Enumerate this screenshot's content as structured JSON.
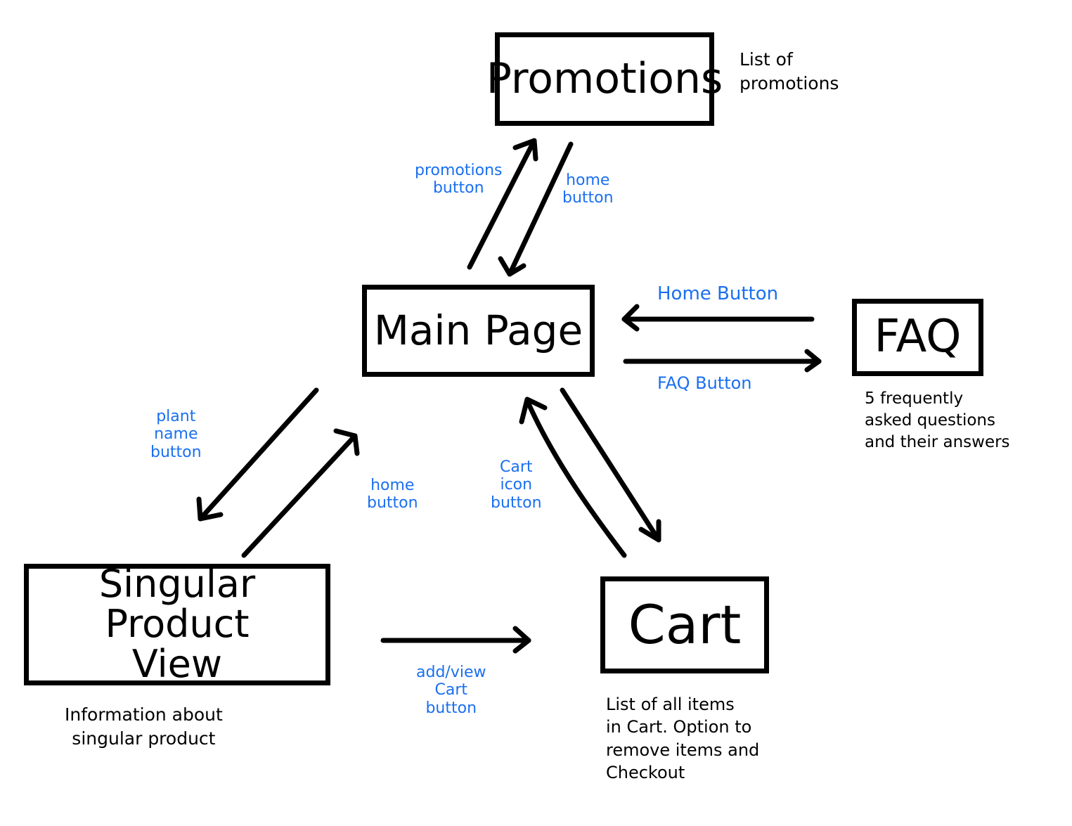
{
  "nodes": {
    "promotions": "Promotions",
    "main_page": "Main Page",
    "faq": "FAQ",
    "singular_product_view": "Singular Product\nView",
    "cart": "Cart"
  },
  "notes": {
    "promotions": "List of\npromotions",
    "faq": "5 frequently\nasked questions\nand their answers",
    "singular_product_view": "Information about\nsingular product",
    "cart": "List of all items\nin Cart. Option to\nremove items and\nCheckout"
  },
  "edge_labels": {
    "main_to_promotions": "promotions\nbutton",
    "promotions_to_main": "home\nbutton",
    "faq_to_main": "Home  Button",
    "main_to_faq": "FAQ  Button",
    "main_to_product": "plant\nname\nbutton",
    "product_to_main": "home\nbutton",
    "cart_to_main": "Cart\nicon\nbutton",
    "product_to_cart": "add/view\nCart\nbutton"
  },
  "colors": {
    "stroke": "#000000",
    "edge_label": "#1a6ff0"
  }
}
